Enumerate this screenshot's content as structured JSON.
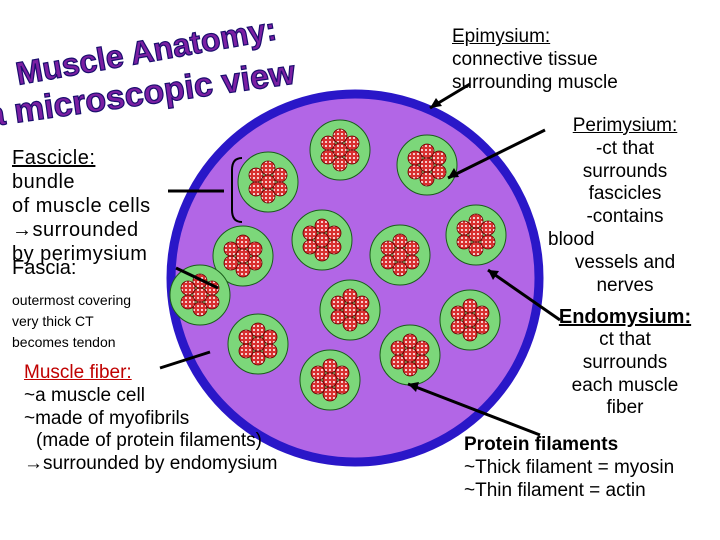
{
  "title": {
    "line1": "Muscle Anatomy:",
    "line2": "a microscopic view",
    "color": "#7b1fa2"
  },
  "colors": {
    "muscle": "#b266e6",
    "muscle_border": "#2a17c8",
    "fascicle": "#7cd77a",
    "fiber": "#d83030",
    "fiber_dots": "#ffffff",
    "pointer": "#000000"
  },
  "labels": {
    "fascicle": {
      "term": "Fascicle:",
      "lines": [
        "bundle",
        "of muscle cells",
        "→surrounded",
        "by perimysium"
      ]
    },
    "fascia": {
      "term": "Fascia:",
      "lines": [
        "outermost covering",
        "very thick CT",
        "becomes tendon"
      ]
    },
    "muscle_fiber": {
      "term": "Muscle fiber:",
      "lines": [
        "~a muscle cell",
        "~made of myofibrils",
        "(made of protein filaments)",
        "→surrounded by endomysium"
      ]
    },
    "epimysium": {
      "term": "Epimysium:",
      "lines": [
        "connective tissue",
        "surrounding muscle"
      ]
    },
    "perimysium": {
      "term": "Perimysium:",
      "lines": [
        "-ct that",
        "surrounds",
        "fascicles",
        "-contains",
        "blood",
        "vessels and",
        "nerves"
      ]
    },
    "endomysium": {
      "term": "Endomysium:",
      "lines": [
        "ct that",
        "surrounds",
        "each muscle",
        "fiber"
      ]
    },
    "protein": {
      "term": "Protein filaments",
      "lines": [
        "~Thick filament = myosin",
        "~Thin filament = actin"
      ]
    }
  }
}
